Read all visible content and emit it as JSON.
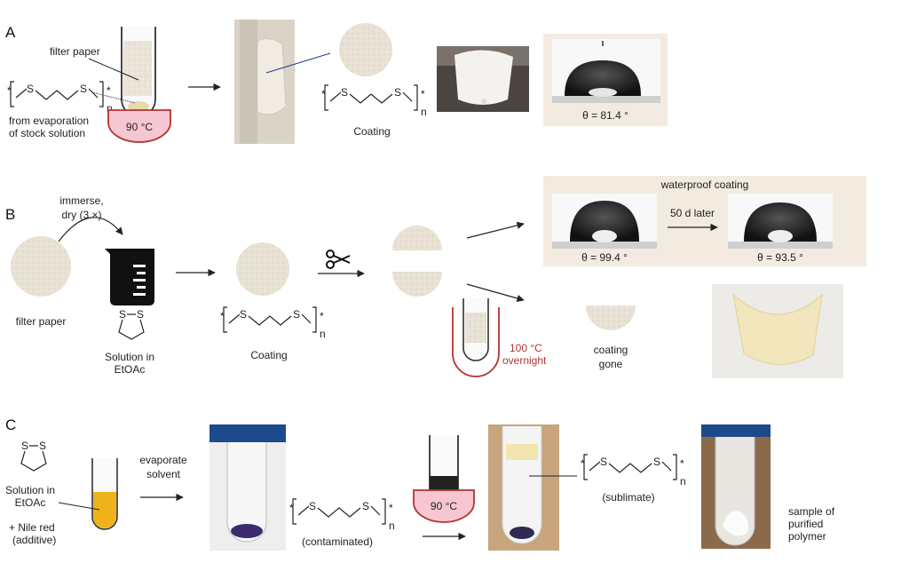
{
  "panels": {
    "a": {
      "letter": "A",
      "filter_paper": "filter paper",
      "from_evaporation": [
        "from evaporation",
        "of stock solution"
      ],
      "temperature": "90 °C",
      "coating": "Coating",
      "angle": "θ = 81.4 °",
      "polymer_n": "n"
    },
    "b": {
      "letter": "B",
      "immerse": [
        "immerse,",
        "dry (3 ×)"
      ],
      "filter_paper": "filter paper",
      "solution": [
        "Solution in",
        "EtOAc"
      ],
      "coating": "Coating",
      "waterproof": "waterproof coating",
      "later": "50 d later",
      "angle1": "θ = 99.4 °",
      "angle2": "θ = 93.5 °",
      "heat": [
        "100 °C",
        "overnight"
      ],
      "coating_gone": [
        "coating",
        "gone"
      ],
      "polymer_n": "n"
    },
    "c": {
      "letter": "C",
      "solution": [
        "Solution in",
        "EtOAc"
      ],
      "nile": [
        "+ Nile red",
        "(additive)"
      ],
      "evaporate": [
        "evaporate",
        "solvent"
      ],
      "contaminated": "(contaminated)",
      "temperature": "90 °C",
      "sublimate": "(sublimate)",
      "sample": [
        "sample of",
        "purified",
        "polymer"
      ],
      "polymer_n": "n"
    }
  },
  "colors": {
    "heater_fill": "#f6c6d3",
    "heater_stroke": "#b3342e",
    "solution_yellow": "#f0b21a",
    "paper": "#e8e1d4",
    "panel_bg": "#f3ebe0",
    "nile_purple": "#3b2a6e"
  }
}
